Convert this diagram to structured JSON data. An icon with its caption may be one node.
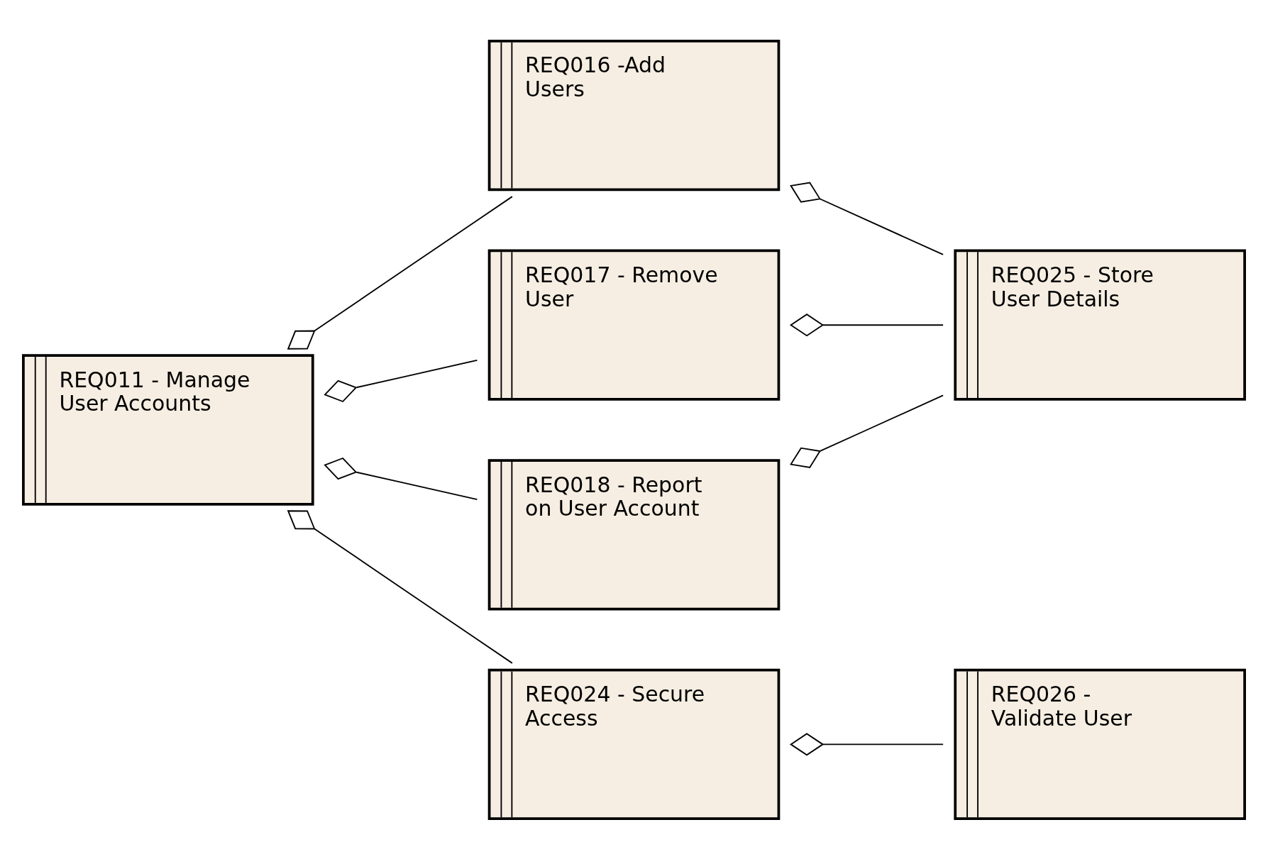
{
  "diagram": {
    "nodes": [
      {
        "text": [
          "REQ016 -Add Users"
        ]
      },
      {
        "text": [
          "REQ017 - Remove User"
        ]
      },
      {
        "text": [
          "REQ011 - Manage User Accounts"
        ]
      },
      {
        "text": [
          "REQ025 - Store User Details"
        ]
      },
      {
        "text": [
          "REQ018 - Report on User Account"
        ]
      },
      {
        "text": [
          "REQ024 - Secure Access"
        ]
      },
      {
        "text": [
          "REQ026 - Validate User"
        ]
      }
    ],
    "edges": [
      {
        "from": 2,
        "to": 0,
        "arrow": "other"
      },
      {
        "from": 2,
        "to": 1,
        "arrow": "other"
      },
      {
        "from": 2,
        "to": 4,
        "arrow": "other"
      },
      {
        "from": 2,
        "to": 5,
        "arrow": "other"
      },
      {
        "from": 0,
        "to": 3,
        "arrow": "other"
      },
      {
        "from": 1,
        "to": 3,
        "arrow": "other"
      },
      {
        "from": 4,
        "to": 3,
        "arrow": "other"
      },
      {
        "from": 5,
        "to": 6,
        "arrow": "other"
      }
    ]
  }
}
